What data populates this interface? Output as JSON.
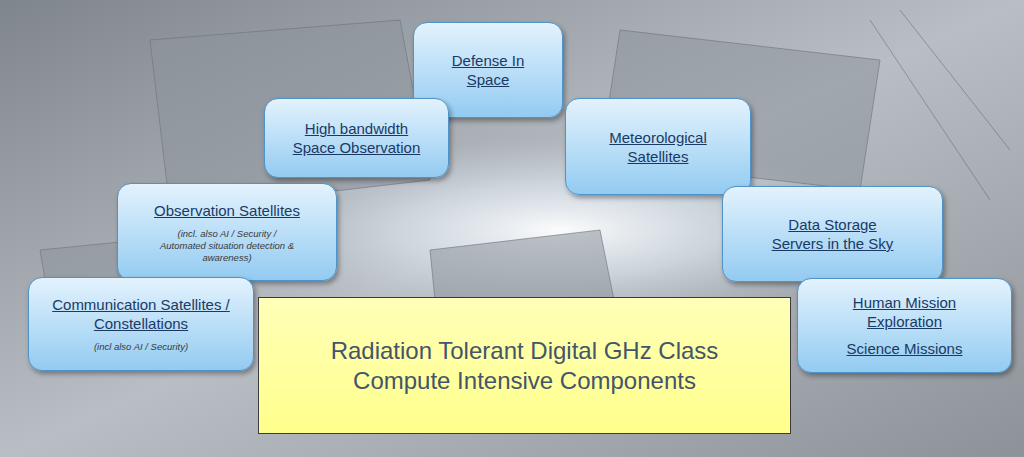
{
  "diagram": {
    "nodes": [
      {
        "text": [
          "Defense In Space"
        ]
      },
      {
        "text": [
          "High bandwidth Space Observation"
        ]
      },
      {
        "text": [
          "Meteorological Satellites"
        ]
      },
      {
        "text": [
          "Observation Satellites",
          "(incl. also AI / Security / Automated situation detection & awareness)"
        ]
      },
      {
        "text": [
          "Data Storage Servers in the Sky"
        ]
      },
      {
        "text": [
          "Communication Satellites / Constellations",
          "(incl also AI / Security)"
        ]
      },
      {
        "text": [
          "Human Mission Exploration",
          "Science Missions"
        ]
      },
      {
        "text": [
          "Radiation Tolerant Digital GHz Class Compute Intensive Components"
        ]
      }
    ]
  }
}
